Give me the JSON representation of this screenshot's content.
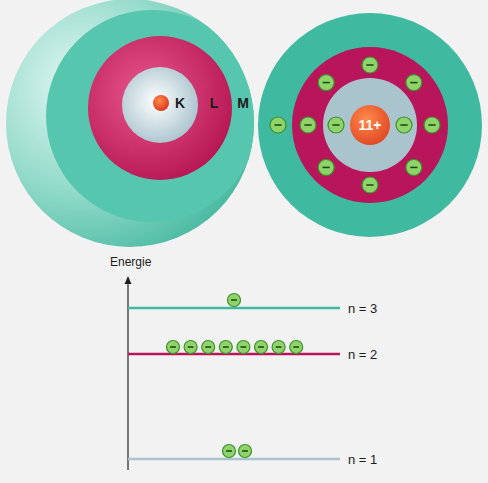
{
  "diagram": {
    "nodes": [
      {
        "text": [
          "11+"
        ]
      }
    ],
    "labels": [
      "K",
      "L",
      "M",
      "Energie",
      "n = 3",
      "n = 2",
      "n = 1"
    ]
  }
}
